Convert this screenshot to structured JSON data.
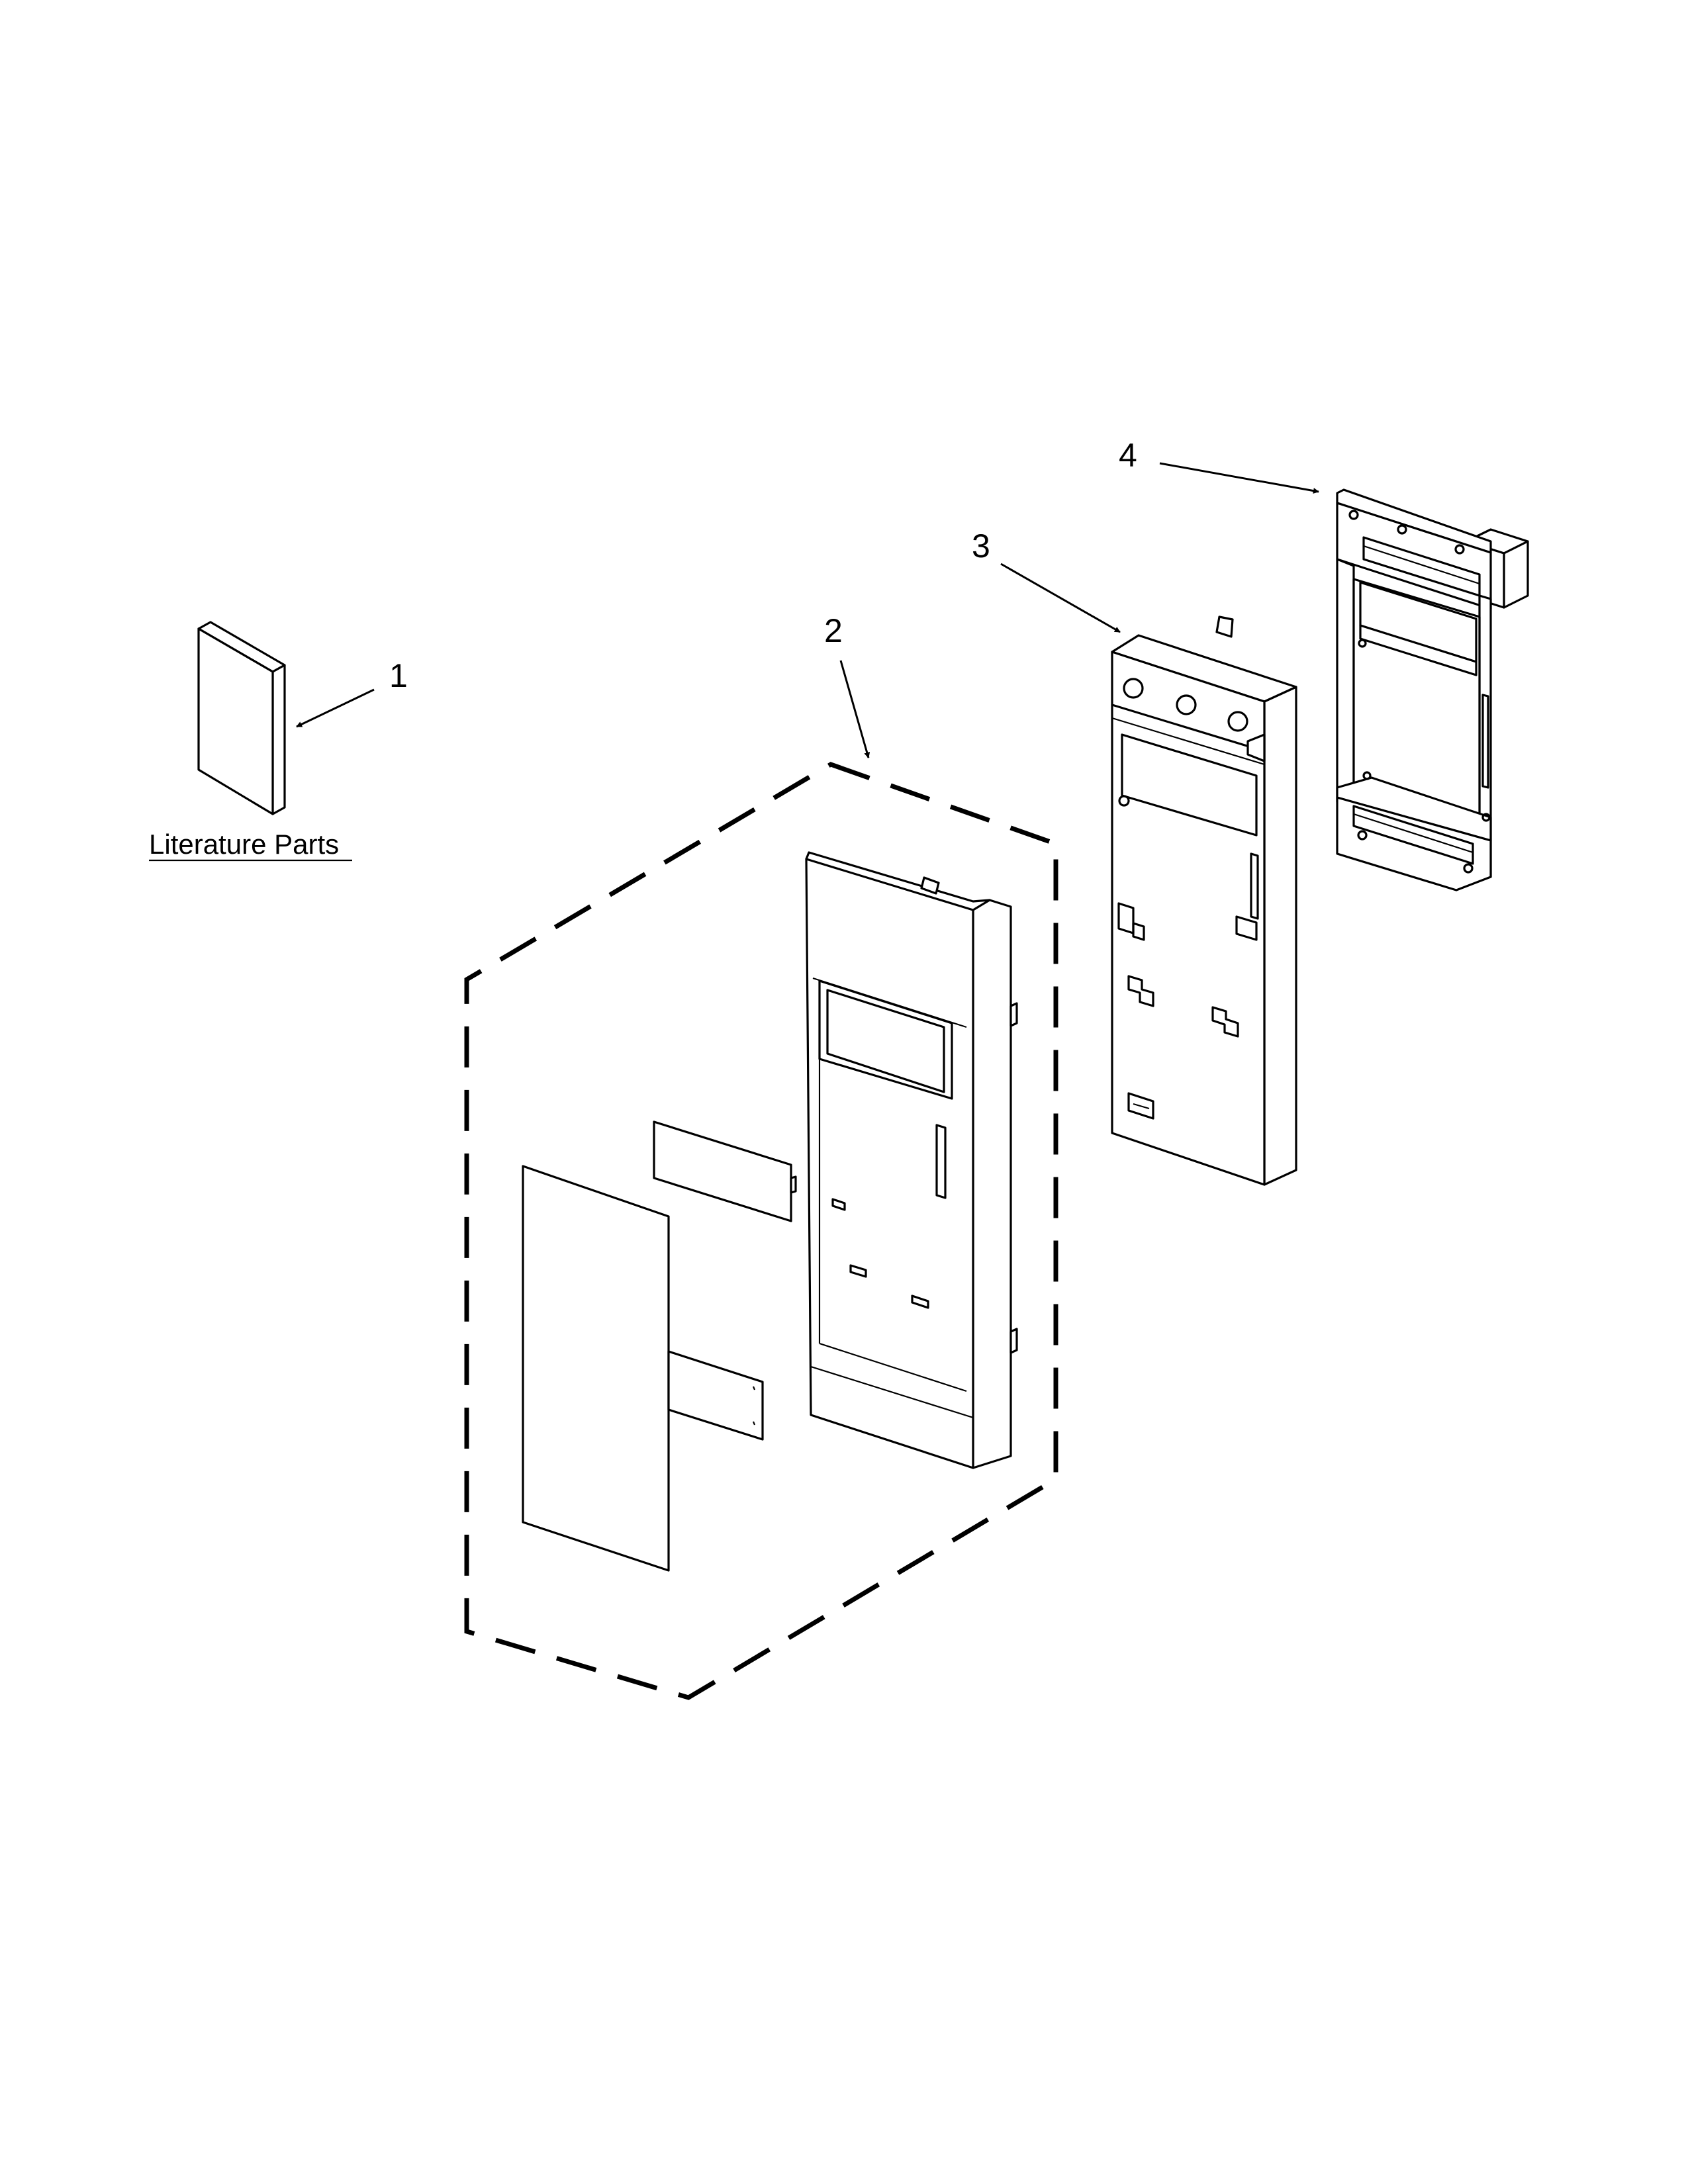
{
  "labels": {
    "part1": "1",
    "part2": "2",
    "part3": "3",
    "part4": "4"
  },
  "literature_caption": "Literature Parts"
}
